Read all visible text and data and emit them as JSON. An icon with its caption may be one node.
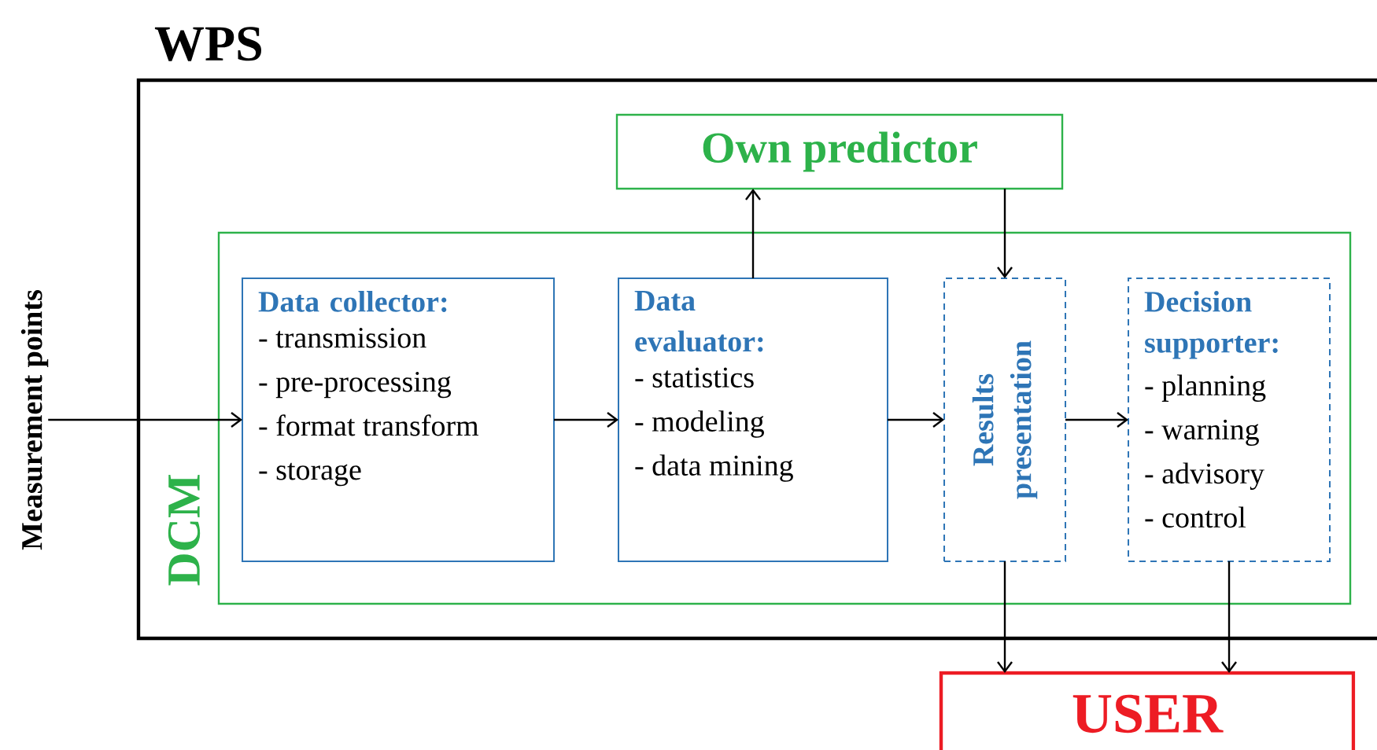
{
  "diagram": {
    "nodes": [
      {
        "text": [
          "WPS"
        ]
      },
      {
        "text": [
          "Own predictor"
        ],
        "in": 0
      },
      {
        "text": [
          "DCM"
        ],
        "in": 0
      },
      {
        "text": [
          "Data collector:",
          "- transmission",
          "- pre-processing",
          "- format transform",
          "- storage"
        ],
        "in": 2
      },
      {
        "text": [
          "Data evaluator:",
          "- statistics",
          "- modeling",
          "- data mining"
        ],
        "in": 2
      },
      {
        "text": [
          "Results presentation"
        ],
        "in": 2
      },
      {
        "text": [
          "Decision supporter:",
          "- planning",
          "- warning",
          "- advisory",
          "- control"
        ],
        "in": 2
      },
      {
        "text": [
          "USER"
        ]
      },
      {
        "text": [
          "Measurement points"
        ]
      }
    ],
    "edges": [
      {
        "from": 8,
        "to": 3,
        "arrow": "to"
      },
      {
        "from": 3,
        "to": 4,
        "arrow": "to"
      },
      {
        "from": 4,
        "to": 1,
        "arrow": "to"
      },
      {
        "from": 1,
        "to": 5,
        "arrow": "to"
      },
      {
        "from": 4,
        "to": 5,
        "arrow": "to"
      },
      {
        "from": 5,
        "to": 6,
        "arrow": "to"
      },
      {
        "from": 5,
        "to": 7,
        "arrow": "to"
      },
      {
        "from": 6,
        "to": 7,
        "arrow": "to"
      }
    ]
  }
}
